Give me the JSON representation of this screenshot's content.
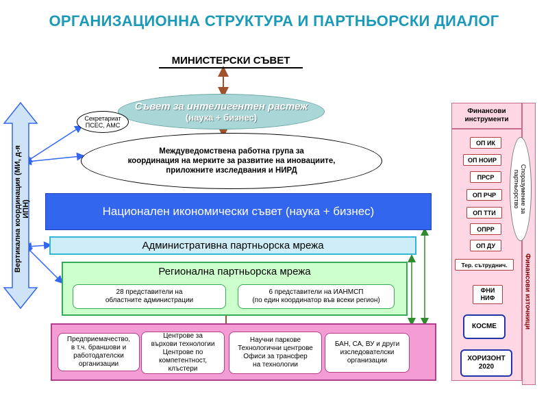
{
  "title": "ОРГАНИЗАЦИОННА СТРУКТУРА И ПАРТНЬОРСКИ ДИАЛОГ",
  "minister": "МИНИСТЕРСКИ СЪВЕТ",
  "council": {
    "line1": "Съвет за интелигентен растеж",
    "line2": "(наука + бизнес)"
  },
  "secretariat": {
    "line1": "Секретариат",
    "line2": "ПСЕС, АМС"
  },
  "workgroup": {
    "line1": "Междуведомствена работна група за",
    "line2": "координация на мерките за развитие на иновациите,",
    "line3": "приложните изследвания и НИРД"
  },
  "nec": "Национален икономически съвет (наука + бизнес)",
  "admin_network": "Административна партньорска мрежа",
  "regional": {
    "title": "Регионална партньорска мрежа",
    "left_line1": "28 представители на",
    "left_line2": "областните администрации",
    "right_line1": "6 представители на ИАНМСП",
    "right_line2": "(по един координатор във всеки регион)"
  },
  "vertical_coordination": "Вертикална координация (МИ, д-я ИПН)",
  "stakeholders": [
    {
      "l1": "Предприемачество,",
      "l2": "в т.ч. браншови и",
      "l3": "работодателски",
      "l4": "организации"
    },
    {
      "l1": "Центрове за",
      "l2": "върхови технологии",
      "l3": "Центрове по",
      "l4": "компетентност,",
      "l5": "клъстери"
    },
    {
      "l1": "Научни паркове",
      "l2": "Технологични центрове",
      "l3": "Офиси за трансфер",
      "l4": "на технологии"
    },
    {
      "l1": "БАН, СА, ВУ и други",
      "l2": "изследователски",
      "l3": "организации"
    }
  ],
  "right_panel": {
    "header_l1": "Финансови",
    "header_l2": "инструменти",
    "programs": [
      "ОП ИК",
      "ОП НОИР",
      "ПРСР",
      "ОП РЧР",
      "ОП ТТИ",
      "ОПРР",
      "ОП ДУ"
    ],
    "ter": "Тер. сътрудничество",
    "ter_display": "Тер. сътруднич.",
    "fni_l1": "ФНИ",
    "fni_l2": "НИФ",
    "cosme": "КОСМЕ",
    "horizon_l1": "ХОРИЗОНТ",
    "horizon_l2": "2020",
    "agreement_l1": "Споразумение за",
    "agreement_l2": "партньорство",
    "sources": "Финансови източници"
  },
  "colors": {
    "title": "#1a9ab8",
    "council": "#a9d6d6",
    "nec": "#3366ee",
    "admin": "#cdeef8",
    "regional": "#ccffcc",
    "stakeholders": "#f49cd4",
    "right_panel": "#ffd6e4",
    "arrow_brown": "#a0522d",
    "arrow_blue": "#3366ee",
    "arrow_green": "#2e8b2e"
  }
}
